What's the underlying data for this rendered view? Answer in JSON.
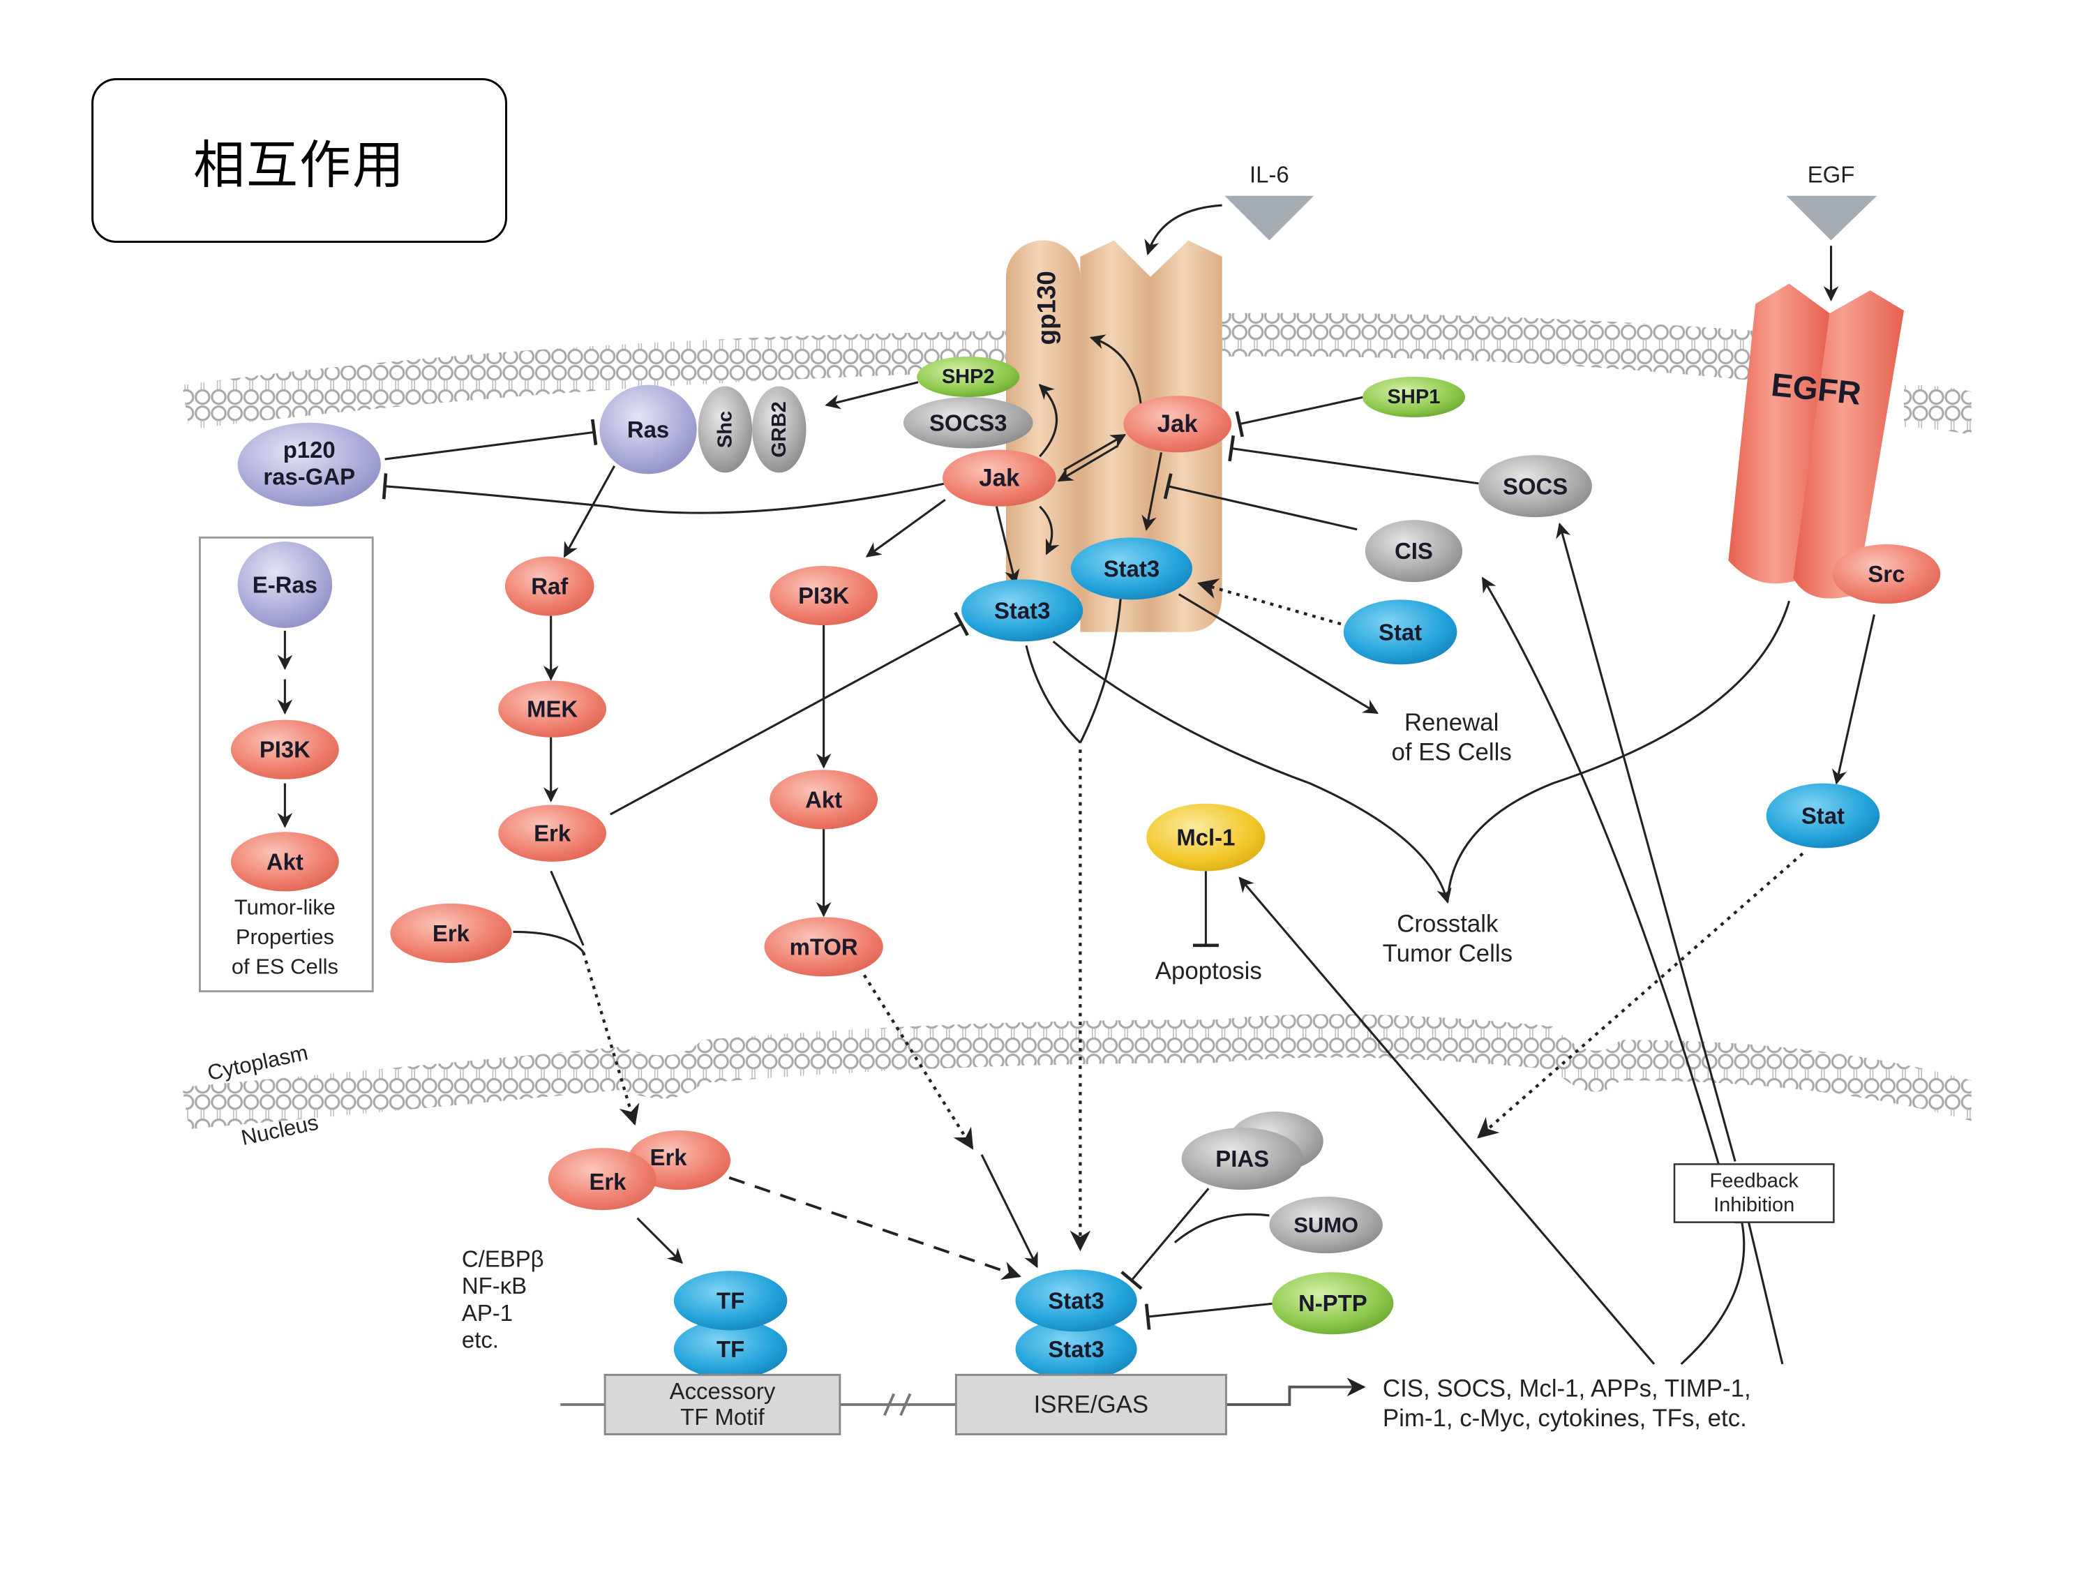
{
  "title": "相互作用",
  "ligands": {
    "il6": "IL-6",
    "egf": "EGF"
  },
  "receptors": {
    "gp130": "gp130",
    "egfr": "EGFR"
  },
  "compartments": {
    "cytoplasm": "Cytoplasm",
    "nucleus": "Nucleus"
  },
  "nodes": {
    "shp2": "SHP2",
    "socs3": "SOCS3",
    "jak_left": "Jak",
    "jak_right": "Jak",
    "shp1": "SHP1",
    "socs": "SOCS",
    "cis": "CIS",
    "stat3_left": "Stat3",
    "stat3_right": "Stat3",
    "stat_mid": "Stat",
    "src": "Src",
    "stat_right": "Stat",
    "p120": [
      "p120",
      "ras-GAP"
    ],
    "ras": "Ras",
    "shc": "Shc",
    "grb2": "GRB2",
    "raf": "Raf",
    "mek": "MEK",
    "erk1": "Erk",
    "erk2": "Erk",
    "pi3k": "PI3K",
    "akt": "Akt",
    "mtor": "mTOR",
    "mcl1": "Mcl-1",
    "eras": "E-Ras",
    "box_pi3k": "PI3K",
    "box_akt": "Akt",
    "erk_dimer_a": "Erk",
    "erk_dimer_b": "Erk",
    "tf_top": "TF",
    "tf_bottom": "TF",
    "stat3_nuc_top": "Stat3",
    "stat3_nuc_bottom": "Stat3",
    "pias": "PIAS",
    "sumo": "SUMO",
    "nptp": "N-PTP"
  },
  "labels": {
    "tumor_like": [
      "Tumor-like",
      "Properties",
      "of ES Cells"
    ],
    "renewal": [
      "Renewal",
      "of ES Cells"
    ],
    "crosstalk": [
      "Crosstalk",
      "Tumor Cells"
    ],
    "apoptosis": "Apoptosis",
    "feedback": [
      "Feedback",
      "Inhibition"
    ],
    "tf_list": [
      "C/EBPβ",
      "NF-κB",
      "AP-1",
      "etc."
    ],
    "accessory_motif": [
      "Accessory",
      "TF Motif"
    ],
    "isre_gas": "ISRE/GAS",
    "target_genes": [
      "CIS, SOCS, Mcl-1, APPs, TIMP-1,",
      "Pim-1, c-Myc, cytokines, TFs, etc."
    ]
  },
  "colors": {
    "red_node": "#f08070",
    "blue_node": "#29a8dc",
    "green_node": "#8cc84b",
    "gray_node": "#a8a8a8",
    "purple_node": "#a9a9d8",
    "yellow_node": "#f2c829",
    "gp130": "#eec9a4",
    "egfr": "#f27b6c"
  }
}
